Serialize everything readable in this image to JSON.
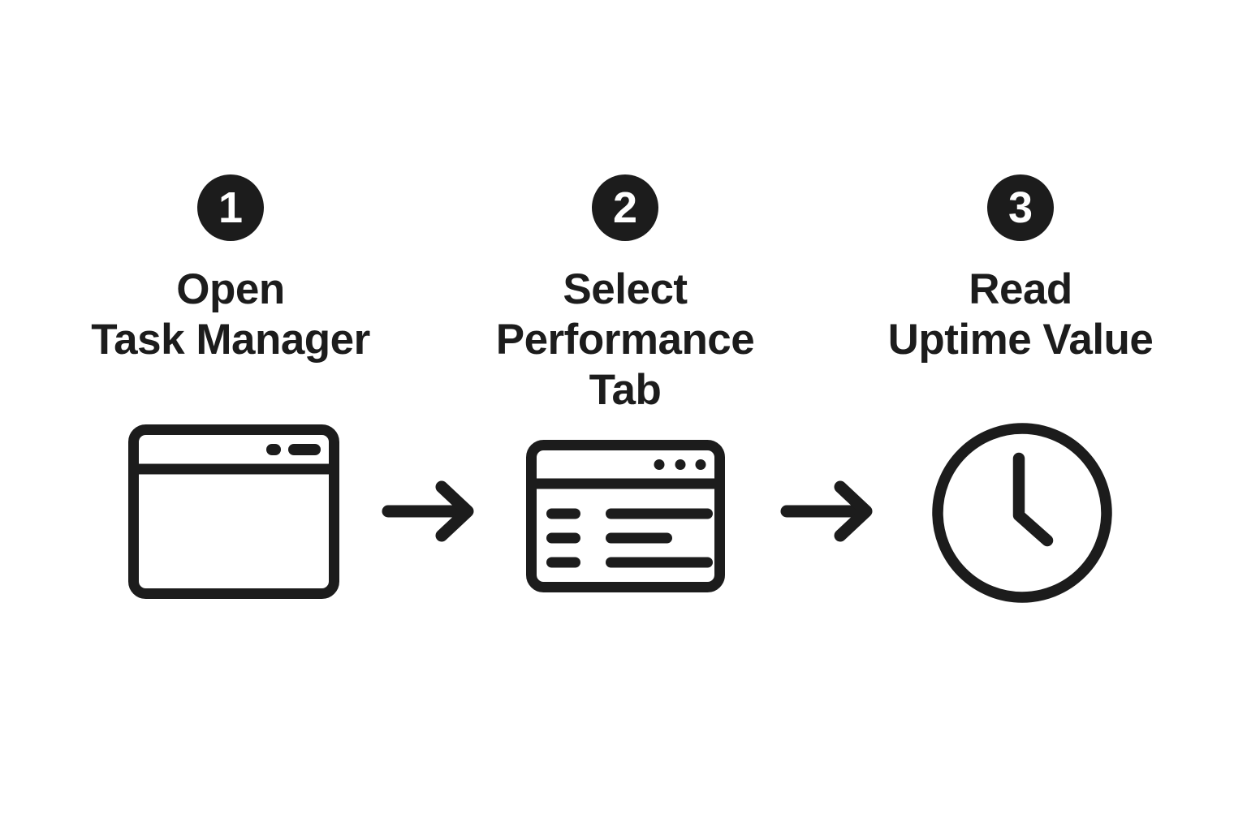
{
  "diagram": {
    "background": "#ffffff",
    "ink": "#1c1c1c",
    "badge_text_color": "#ffffff",
    "steps": [
      {
        "number": "1",
        "label_lines": [
          "Open",
          "Task Manager"
        ],
        "icon": "task-manager-window-icon"
      },
      {
        "number": "2",
        "label_lines": [
          "Select",
          "Performance",
          "Tab"
        ],
        "icon": "performance-tab-window-icon"
      },
      {
        "number": "3",
        "label_lines": [
          "Read",
          "Uptime Value"
        ],
        "icon": "clock-icon"
      }
    ],
    "arrows": [
      {
        "icon": "arrow-right-icon"
      },
      {
        "icon": "arrow-right-icon"
      }
    ]
  }
}
